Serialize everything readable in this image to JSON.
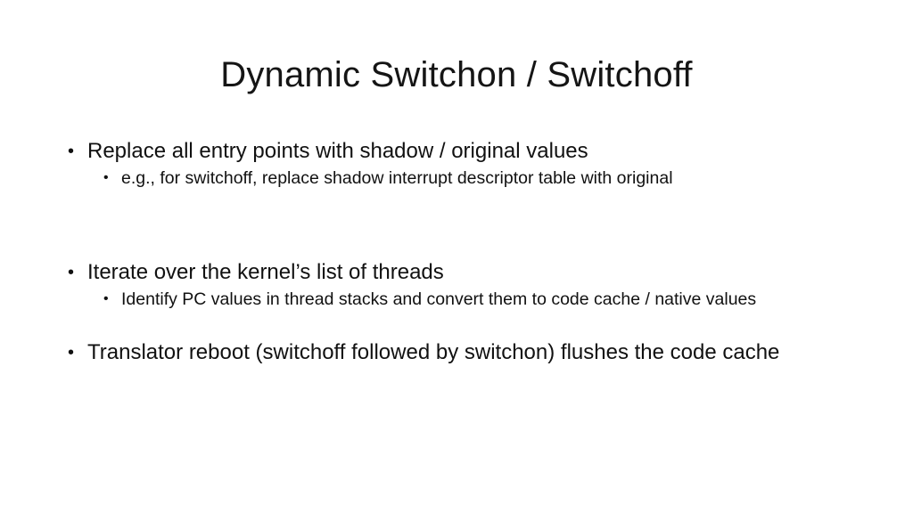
{
  "slide": {
    "title": "Dynamic Switchon / Switchoff",
    "bullet_char": "•",
    "items": [
      {
        "text": "Replace all entry points with shadow / original values",
        "sub": [
          "e.g., for switchoff, replace shadow interrupt descriptor table with original"
        ]
      },
      {
        "text": "Iterate over the kernel’s list of threads",
        "sub": [
          "Identify PC values in thread stacks and convert them to code cache / native values"
        ]
      },
      {
        "text": "Translator reboot (switchoff followed by switchon) flushes the code cache",
        "sub": []
      }
    ]
  }
}
